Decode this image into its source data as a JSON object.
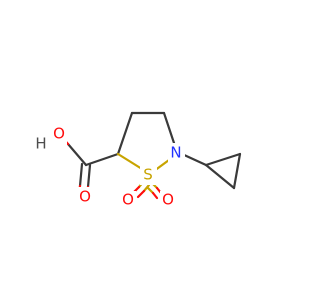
{
  "molecule": {
    "atoms": {
      "hydroxyl_h": "H",
      "hydroxyl_o": "O",
      "carbonyl_o": "O",
      "sulfur": "S",
      "nitrogen": "N",
      "sulfonyl_o_left": "O",
      "sulfonyl_o_right": "O"
    },
    "colors": {
      "carbon_bond": "#3a3a3a",
      "oxygen": "#ff0d0d",
      "sulfur": "#c8a400",
      "nitrogen": "#2233ff",
      "hydrogen": "#4d4d4d"
    }
  }
}
